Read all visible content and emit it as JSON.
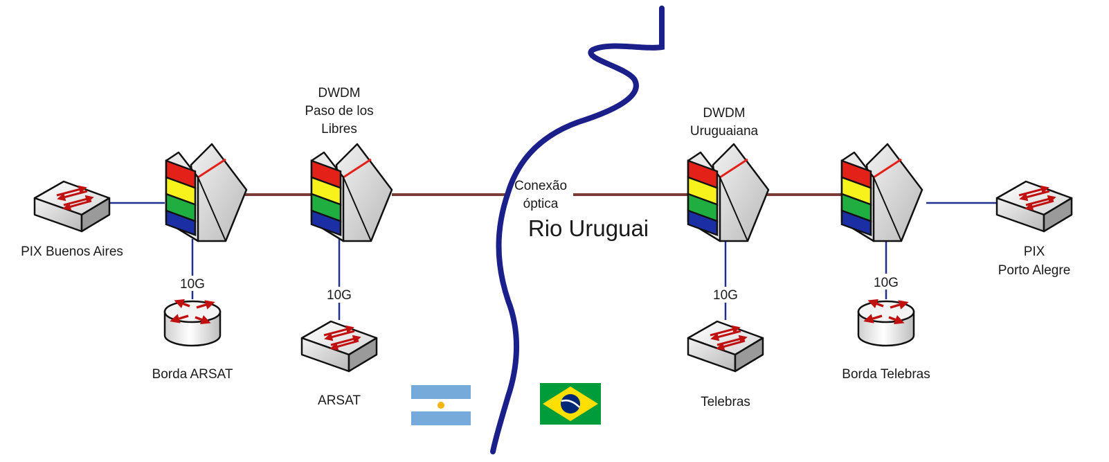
{
  "river": {
    "name": "Rio Uruguai",
    "connection_label_line1": "Conexão",
    "connection_label_line2": "óptica",
    "color": "#1b1f8a"
  },
  "colors": {
    "fiber": "#7a3b35",
    "lan": "#20308f",
    "mux_red": "#e32119",
    "mux_yellow": "#f7f21b",
    "mux_green": "#1fae3f",
    "mux_blue": "#1c2ea3"
  },
  "nodes": {
    "pix_buenos_aires": {
      "label": "PIX Buenos Aires",
      "icon": "switch-icon"
    },
    "dwdm_paso": {
      "label_line1": "DWDM",
      "label_line2": "Paso de los",
      "label_line3": "Libres",
      "icon": "dwdm-mux-icon"
    },
    "dwdm_ba_side": {
      "icon": "dwdm-mux-icon"
    },
    "borda_arsat": {
      "label": "Borda ARSAT",
      "link": "10G",
      "icon": "router-icon"
    },
    "arsat": {
      "label": "ARSAT",
      "link": "10G",
      "icon": "switch-icon"
    },
    "dwdm_uruguaiana": {
      "label_line1": "DWDM",
      "label_line2": "Uruguaiana",
      "icon": "dwdm-mux-icon"
    },
    "dwdm_poa_side": {
      "icon": "dwdm-mux-icon"
    },
    "telebras": {
      "label": "Telebras",
      "link": "10G",
      "icon": "switch-icon"
    },
    "borda_telebras": {
      "label": "Borda Telebras",
      "link": "10G",
      "icon": "router-icon"
    },
    "pix_porto_alegre": {
      "label_line1": "PIX",
      "label_line2": "Porto Alegre",
      "icon": "switch-icon"
    }
  },
  "flags": {
    "argentina": {
      "icon": "argentina-flag-icon",
      "stripe": "#75aadb",
      "sun": "#f6b40e"
    },
    "brazil": {
      "icon": "brazil-flag-icon",
      "green": "#009c3b",
      "yellow": "#ffdf00",
      "blue": "#002776"
    }
  }
}
